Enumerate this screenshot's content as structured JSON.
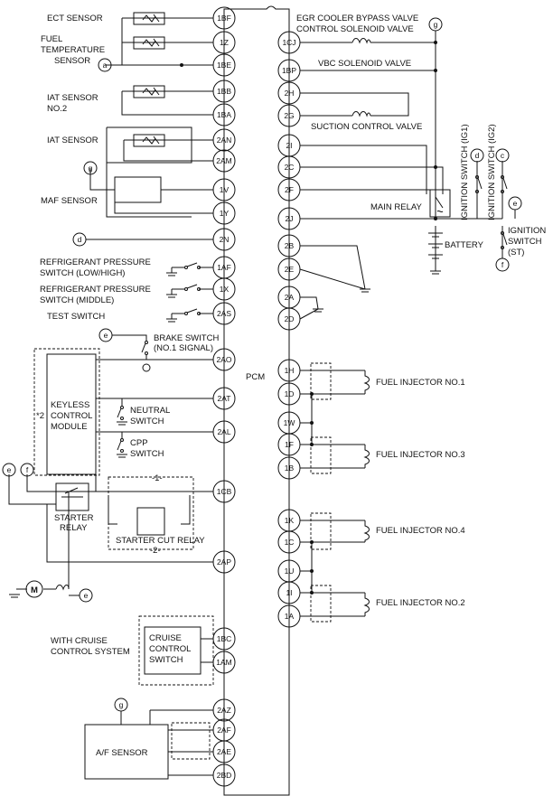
{
  "labels": {
    "ect_sensor": "ECT SENSOR",
    "fuel_temp_1": "FUEL",
    "fuel_temp_2": "TEMPERATURE",
    "fuel_temp_3": "SENSOR",
    "iat2_1": "IAT SENSOR",
    "iat2_2": "NO.2",
    "iat": "IAT SENSOR",
    "maf": "MAF SENSOR",
    "refrig_lh_1": "REFRIGERANT PRESSURE",
    "refrig_lh_2": "SWITCH (LOW/HIGH)",
    "refrig_mid_1": "REFRIGERANT PRESSURE",
    "refrig_mid_2": "SWITCH (MIDDLE)",
    "test_switch": "TEST SWITCH",
    "brake_1": "BRAKE  SWITCH",
    "brake_2": "(NO.1 SIGNAL)",
    "keyless_1": "KEYLESS",
    "keyless_2": "CONTROL",
    "keyless_3": "MODULE",
    "note2_mark": "*2",
    "neutral_1": "NEUTRAL",
    "neutral_2": "SWITCH",
    "cpp_1": "CPP",
    "cpp_2": "SWITCH",
    "starter_relay_1": "STARTER",
    "starter_relay_2": "RELAY",
    "starter_cut_relay": "STARTER CUT RELAY",
    "mark_1": "-1-",
    "mark_2": "-2-",
    "motor": "M",
    "cruise_1": "WITH CRUISE",
    "cruise_2": "CONTROL SYSTEM",
    "ccs_1": "CRUISE",
    "ccs_2": "CONTROL",
    "ccs_3": "SWITCH",
    "af_sensor": "A/F SENSOR",
    "pcm": "PCM",
    "egr_1": "EGR COOLER BYPASS VALVE",
    "egr_2": "CONTROL SOLENOID VALVE",
    "vbc": "VBC SOLENOID VALVE",
    "suction": "SUCTION CONTROL VALVE",
    "main_relay": "MAIN RELAY",
    "battery": "BATTERY",
    "ign_ig1": "IGNITION SWITCH (IG1)",
    "ign_ig2": "IGNITION SWITCH (IG2)",
    "ign_st_1": "IGNITION",
    "ign_st_2": "SWITCH",
    "ign_st_3": "(ST)",
    "inj1": "FUEL INJECTOR NO.1",
    "inj3": "FUEL INJECTOR NO.3",
    "inj4": "FUEL INJECTOR NO.4",
    "inj2": "FUEL INJECTOR NO.2"
  },
  "left_pins": [
    "1BF",
    "1Z",
    "1BE",
    "1BB",
    "1BA",
    "2AN",
    "2AM",
    "1V",
    "1Y",
    "2N",
    "1AF",
    "1X",
    "2AS",
    "2AO",
    "2AT",
    "2AL",
    "1CB",
    "2AP",
    "1BC",
    "1AM",
    "2AZ",
    "2AF",
    "2AE",
    "2BD"
  ],
  "right_pins": [
    "1CJ",
    "1BP",
    "2H",
    "2G",
    "2I",
    "2C",
    "2F",
    "2J",
    "2B",
    "2E",
    "2A",
    "2D",
    "1H",
    "1D",
    "1W",
    "1F",
    "1B",
    "1K",
    "1C",
    "1U",
    "1I",
    "1A"
  ],
  "refs": {
    "a": "a",
    "c": "c",
    "d": "d",
    "e": "e",
    "f": "f",
    "g": "g"
  }
}
